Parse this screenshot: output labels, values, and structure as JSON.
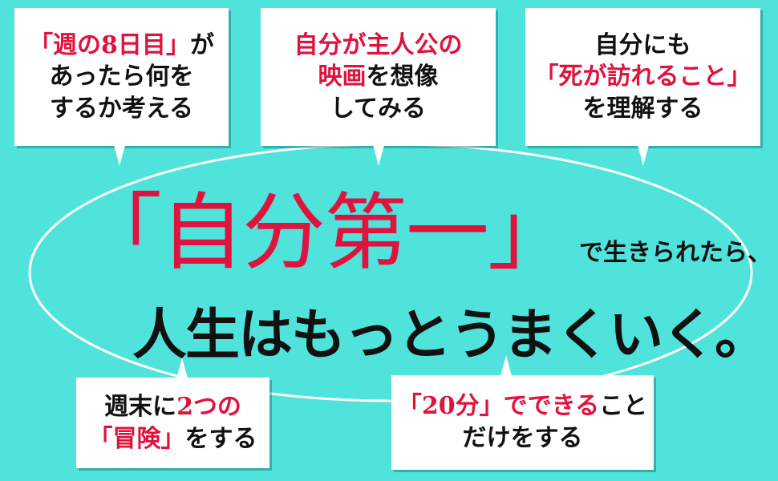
{
  "colors": {
    "background": "#4fe3dc",
    "accent": "#e0133f",
    "text": "#111111",
    "bubble": "#ffffff"
  },
  "bubbles": [
    {
      "lines": [
        [
          {
            "t": "「週の8日目」",
            "red": true
          },
          {
            "t": "が",
            "red": false
          }
        ],
        [
          {
            "t": "あったら何を",
            "red": false
          }
        ],
        [
          {
            "t": "するか考える",
            "red": false
          }
        ]
      ]
    },
    {
      "lines": [
        [
          {
            "t": "自分が主人公の",
            "red": true
          }
        ],
        [
          {
            "t": "映画",
            "red": true
          },
          {
            "t": "を想像",
            "red": false
          }
        ],
        [
          {
            "t": "してみる",
            "red": false
          }
        ]
      ]
    },
    {
      "lines": [
        [
          {
            "t": "自分にも",
            "red": false
          }
        ],
        [
          {
            "t": "「死が訪れること」",
            "red": true
          }
        ],
        [
          {
            "t": "を理解する",
            "red": false
          }
        ]
      ]
    },
    {
      "lines": [
        [
          {
            "t": "週末に",
            "red": false
          },
          {
            "t": "2つの",
            "red": true
          }
        ],
        [
          {
            "t": "「冒険」",
            "red": true
          },
          {
            "t": "をする",
            "red": false
          }
        ]
      ]
    },
    {
      "lines": [
        [
          {
            "t": "「20分」でできる",
            "red": true
          },
          {
            "t": "こと",
            "red": false
          }
        ],
        [
          {
            "t": "だけをする",
            "red": false
          }
        ]
      ]
    }
  ],
  "headline": {
    "main": "「自分第一」",
    "suffix": "で生きられたら、",
    "line2": "人生はもっとうまくいく。"
  }
}
